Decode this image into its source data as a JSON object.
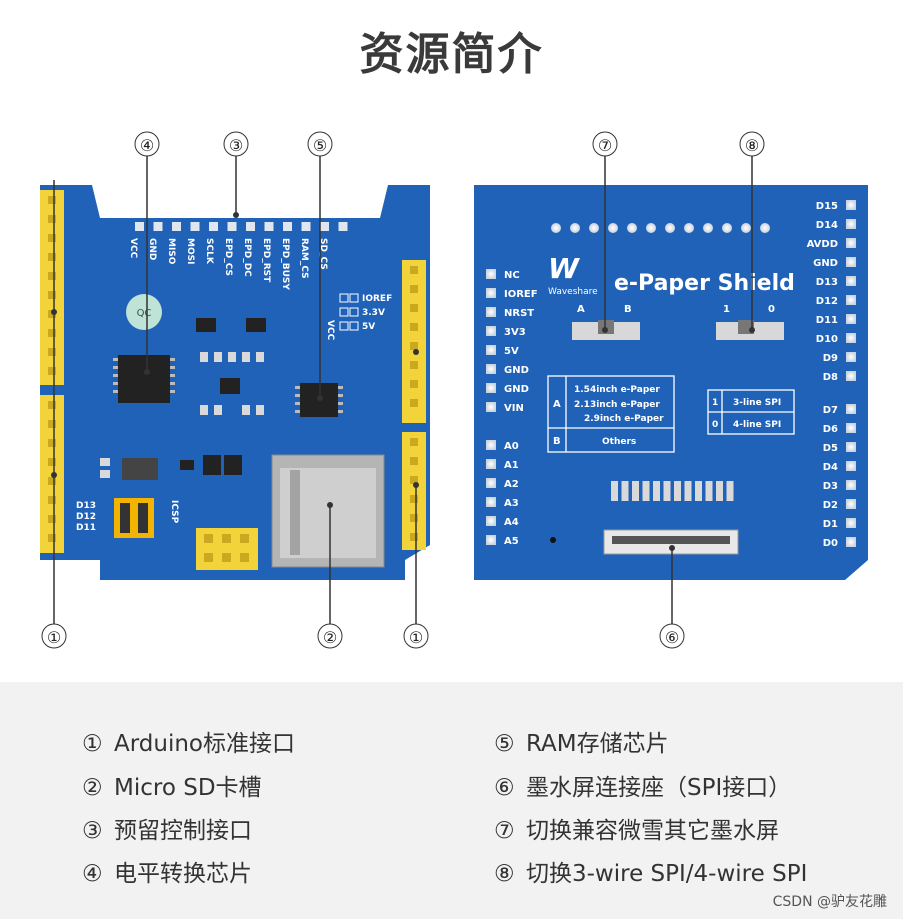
{
  "title": "资源简介",
  "callouts": {
    "c1": "①",
    "c2": "②",
    "c3": "③",
    "c4": "④",
    "c5": "⑤",
    "c6": "⑥",
    "c7": "⑦",
    "c8": "⑧"
  },
  "front_board": {
    "top_pins": [
      "VCC",
      "GND",
      "MISO",
      "MOSI",
      "SCLK",
      "EPD_CS",
      "EPD_DC",
      "EPD_RST",
      "EPD_BUSY",
      "RAM_CS",
      "SD_CS"
    ],
    "vcc_label": "VCC",
    "ioref_options": [
      "IOREF",
      "3.3V",
      "5V"
    ],
    "ic_label": "QC",
    "d_labels": [
      "D13",
      "D12",
      "D11"
    ],
    "icsp": "ICSP"
  },
  "back_board": {
    "brand": "Waveshare",
    "product": "e-Paper Shield",
    "switch_a_labels": [
      "A",
      "B"
    ],
    "switch_b_labels": [
      "1",
      "0"
    ],
    "left_pins": [
      "NC",
      "IOREF",
      "NRST",
      "3V3",
      "5V",
      "GND",
      "GND",
      "VIN",
      "A0",
      "A1",
      "A2",
      "A3",
      "A4",
      "A5"
    ],
    "right_pins": [
      "D15",
      "D14",
      "AVDD",
      "GND",
      "D13",
      "D12",
      "D11",
      "D10",
      "D9",
      "D8",
      "D7",
      "D6",
      "D5",
      "D4",
      "D3",
      "D2",
      "D1",
      "D0"
    ],
    "table_a": {
      "key_a": "A",
      "key_b": "B",
      "a_rows": [
        "1.54inch e-Paper",
        "2.13inch e-Paper",
        "2.9inch e-Paper"
      ],
      "b_row": "Others"
    },
    "table_b": {
      "rows": [
        {
          "k": "1",
          "v": "3-line SPI"
        },
        {
          "k": "0",
          "v": "4-line SPI"
        }
      ]
    }
  },
  "legend": {
    "left": [
      {
        "num": "①",
        "text": "Arduino标准接口"
      },
      {
        "num": "②",
        "text": "Micro SD卡槽"
      },
      {
        "num": "③",
        "text": "预留控制接口"
      },
      {
        "num": "④",
        "text": "电平转换芯片"
      }
    ],
    "right": [
      {
        "num": "⑤",
        "text": "RAM存储芯片"
      },
      {
        "num": "⑥",
        "text": "墨水屏连接座（SPI接口）"
      },
      {
        "num": "⑦",
        "text": "切换兼容微雪其它墨水屏"
      },
      {
        "num": "⑧",
        "text": "切换3-wire SPI/4-wire SPI"
      }
    ]
  },
  "watermark": "CSDN @驴友花雕",
  "colors": {
    "pcb": "#1f62b8",
    "header": "#f2d43a",
    "silk": "#ffffff",
    "bg_legend": "#f2f2f2"
  }
}
